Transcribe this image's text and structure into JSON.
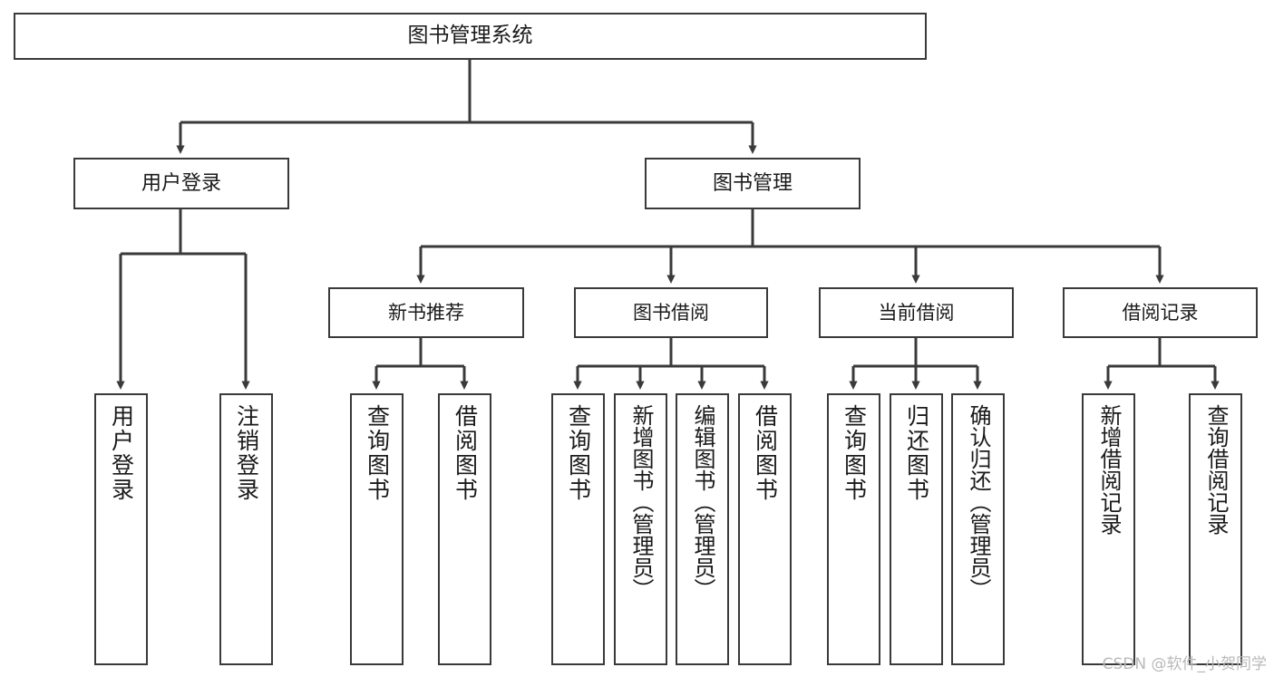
{
  "diagram": {
    "type": "tree-hierarchy",
    "title": "图书管理系统",
    "watermark": "CSDN @软件_小贺同学",
    "colors": {
      "box_border": "#3a3a3a",
      "box_fill": "#ffffff",
      "edge": "#3a3a3a",
      "text": "#1a1a1a",
      "watermark": "#b9b9b9",
      "background": "#ffffff"
    },
    "root": {
      "id": "root",
      "label": "图书管理系统"
    },
    "level2": [
      {
        "id": "user-login",
        "label": "用户登录"
      },
      {
        "id": "book-manage",
        "label": "图书管理"
      }
    ],
    "level3": [
      {
        "id": "new-book-recommend",
        "label": "新书推荐"
      },
      {
        "id": "book-borrow",
        "label": "图书借阅"
      },
      {
        "id": "current-borrow",
        "label": "当前借阅"
      },
      {
        "id": "borrow-record",
        "label": "借阅记录"
      }
    ],
    "leaves": [
      {
        "id": "leaf-user-login",
        "label": "用户登录",
        "parent": "user-login"
      },
      {
        "id": "leaf-logout-login",
        "label": "注销登录",
        "parent": "user-login"
      },
      {
        "id": "leaf-query-book-1",
        "label": "查询图书",
        "parent": "new-book-recommend"
      },
      {
        "id": "leaf-borrow-book-1",
        "label": "借阅图书",
        "parent": "new-book-recommend"
      },
      {
        "id": "leaf-query-book-2",
        "label": "查询图书",
        "parent": "book-borrow"
      },
      {
        "id": "leaf-add-book-admin",
        "label": "新增图书（管理员）",
        "parent": "book-borrow"
      },
      {
        "id": "leaf-edit-book-admin",
        "label": "编辑图书（管理员）",
        "parent": "book-borrow"
      },
      {
        "id": "leaf-borrow-book-2",
        "label": "借阅图书",
        "parent": "book-borrow"
      },
      {
        "id": "leaf-query-book-3",
        "label": "查询图书",
        "parent": "current-borrow"
      },
      {
        "id": "leaf-return-book",
        "label": "归还图书",
        "parent": "current-borrow"
      },
      {
        "id": "leaf-confirm-return",
        "label": "确认归还（管理员）",
        "parent": "current-borrow"
      },
      {
        "id": "leaf-add-borrow-record",
        "label": "新增借阅记录",
        "parent": "borrow-record"
      },
      {
        "id": "leaf-query-borrow-record",
        "label": "查询借阅记录",
        "parent": "borrow-record"
      }
    ]
  }
}
